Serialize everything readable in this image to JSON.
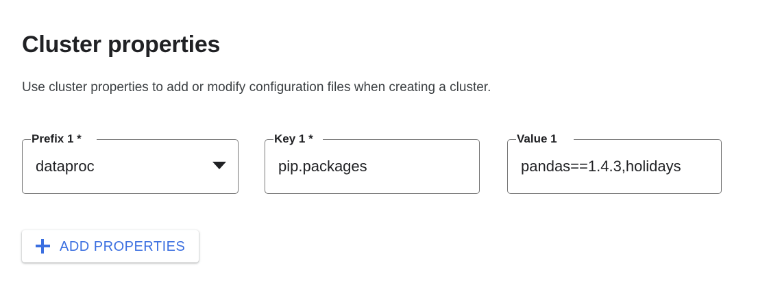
{
  "header": {
    "title": "Cluster properties",
    "description": "Use cluster properties to add or modify configuration files when creating a cluster."
  },
  "fields": [
    {
      "name": "prefix",
      "label": "Prefix 1 *",
      "value": "dataproc",
      "control": "select",
      "icon": "chevron-down-icon",
      "required": true
    },
    {
      "name": "key",
      "label": "Key 1 *",
      "value": "pip.packages",
      "control": "text",
      "required": true
    },
    {
      "name": "value",
      "label": "Value 1",
      "value": "pandas==1.4.3,holidays",
      "control": "text",
      "required": false
    }
  ],
  "actions": {
    "add_properties_label": "ADD PROPERTIES",
    "add_properties_icon": "plus-icon"
  },
  "colors": {
    "accent_blue": "#3b6fe0",
    "field_border": "#757575",
    "text_primary": "#202124",
    "text_secondary": "#3c4043",
    "background": "#ffffff"
  }
}
